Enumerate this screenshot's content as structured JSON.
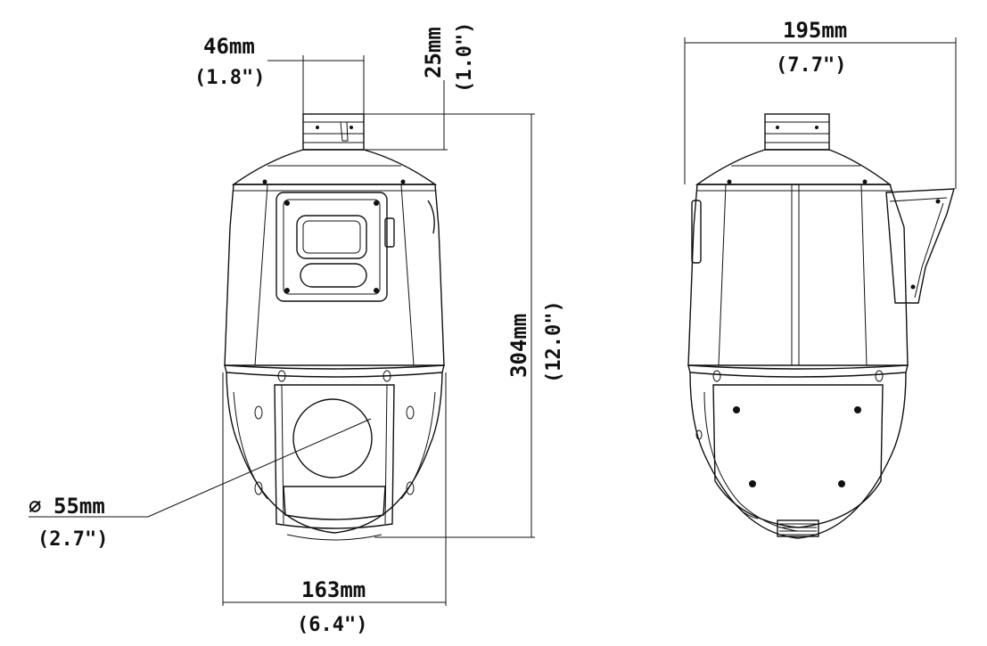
{
  "dimensions": {
    "top_width": {
      "mm": "46mm",
      "inch": "(1.8\")"
    },
    "top_height": {
      "mm": "25mm",
      "inch": "(1.0\")"
    },
    "total_height": {
      "mm": "304mm",
      "inch": "(12.0\")"
    },
    "body_width": {
      "mm": "163mm",
      "inch": "(6.4\")"
    },
    "lens_diameter": {
      "symbol": "∅",
      "mm": "55mm",
      "inch": "(2.7\")"
    },
    "side_width": {
      "mm": "195mm",
      "inch": "(7.7\")"
    }
  }
}
